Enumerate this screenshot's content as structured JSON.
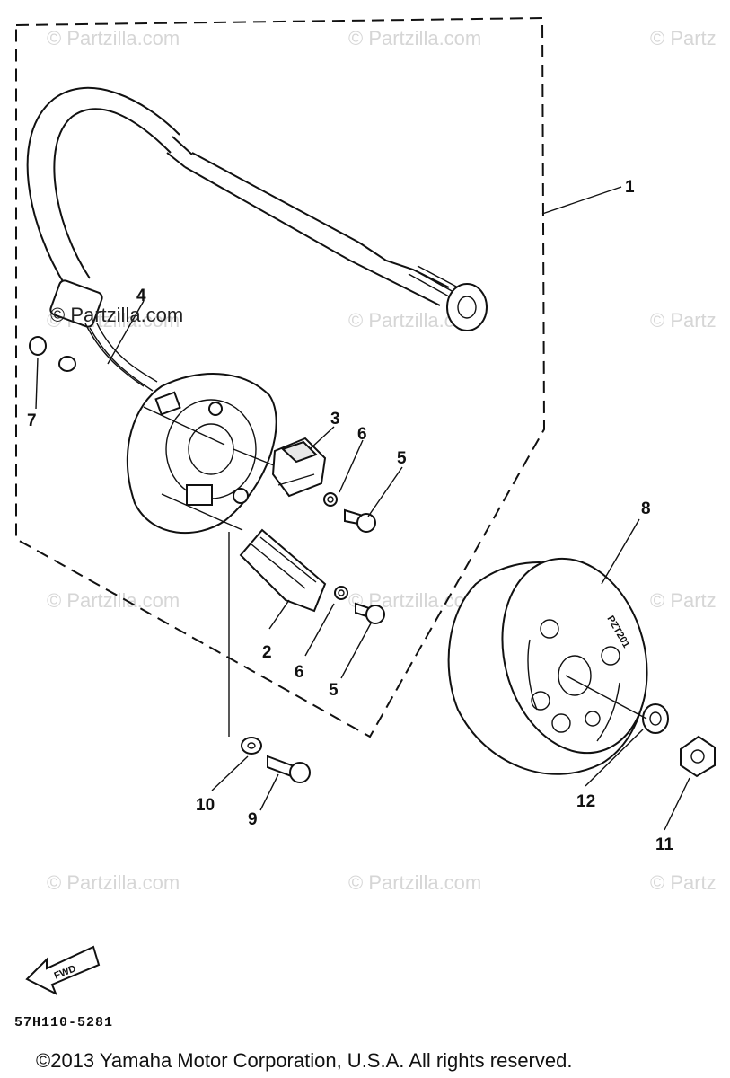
{
  "watermarks": [
    "© Partzilla.com",
    "© Partzilla.com",
    "© Partz",
    "© Partzilla.com",
    "© Partzilla.com",
    "© Partz",
    "© Partzilla.com",
    "© Partzilla.com",
    "© Partz",
    "© Partzilla.com",
    "© Partzilla.com",
    "© Partz"
  ],
  "watermark_dark": "© Partzilla.com",
  "callouts": [
    "1",
    "2",
    "3",
    "4",
    "5",
    "5",
    "6",
    "6",
    "7",
    "8",
    "9",
    "10",
    "11",
    "12"
  ],
  "fwd_label": "FWD",
  "rotor_marking": "PZT201",
  "diagram_code": "57H110-5281",
  "copyright": "©2013  Yamaha Motor Corporation, U.S.A. All rights reserved."
}
